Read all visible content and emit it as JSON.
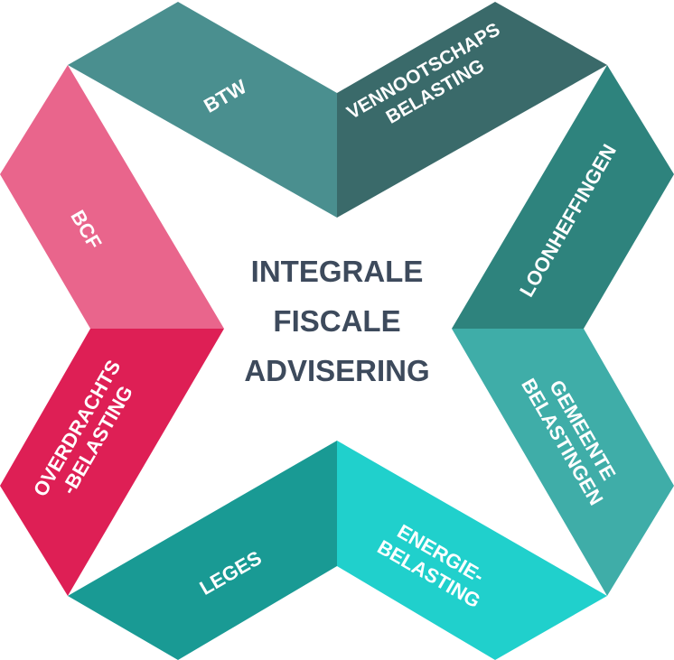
{
  "center": {
    "line1": "INTEGRALE",
    "line2": "FISCALE",
    "line3": "ADVISERING"
  },
  "segments": {
    "btw": {
      "label": "BTW",
      "color": "#4a8f8f"
    },
    "vennootschaps": {
      "line1": "VENNOOTSCHAPS",
      "line2": "BELASTING",
      "color": "#3a6a6a"
    },
    "loonheffingen": {
      "label": "LOONHEFFINGEN",
      "color": "#2e837d"
    },
    "gemeente": {
      "line1": "GEMEENTE",
      "line2": "BELASTINGEN",
      "color": "#3fada8"
    },
    "energie": {
      "line1": "ENERGIE-",
      "line2": "BELASTING",
      "color": "#20d0cc"
    },
    "leges": {
      "label": "LEGES",
      "color": "#199a94"
    },
    "overdrachts": {
      "line1": "OVERDRACHTS",
      "line2": "-BELASTING",
      "color": "#de1f55"
    },
    "bcf": {
      "label": "BCF",
      "color": "#e9658c"
    }
  }
}
